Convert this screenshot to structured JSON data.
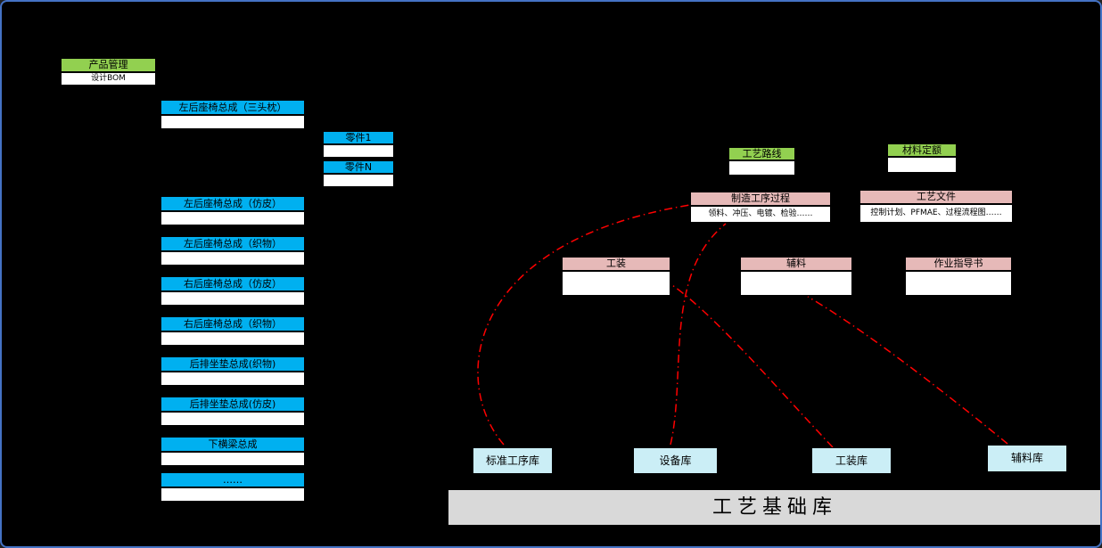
{
  "diagram": {
    "product": {
      "header": "产品管理",
      "body": "设计BOM"
    },
    "bom_items": [
      {
        "label": "左后座椅总成（三头枕）"
      },
      {
        "label": "左后座椅总成（仿皮）"
      },
      {
        "label": "左后座椅总成（织物）"
      },
      {
        "label": "右后座椅总成（仿皮）"
      },
      {
        "label": "右后座椅总成（织物）"
      },
      {
        "label": "后排坐垫总成(织物)"
      },
      {
        "label": "后排坐垫总成(仿皮)"
      },
      {
        "label": "下横梁总成"
      },
      {
        "label": "……"
      }
    ],
    "parts": [
      {
        "label": "零件1"
      },
      {
        "label": "零件N"
      }
    ],
    "route": {
      "header": "工艺路线"
    },
    "material": {
      "header": "材料定额"
    },
    "manufacturing": {
      "header": "制造工序过程",
      "body": "领料、冲压、电镀、检验……"
    },
    "doc": {
      "header": "工艺文件",
      "body": "控制计划、PFMAE、过程流程图……"
    },
    "tooling": {
      "header": "工装"
    },
    "auxiliary": {
      "header": "辅料"
    },
    "instruction": {
      "header": "作业指导书"
    },
    "libraries": [
      {
        "label": "标准工序库"
      },
      {
        "label": "设备库"
      },
      {
        "label": "工装库"
      },
      {
        "label": "辅料库"
      }
    ],
    "base": {
      "label": "工艺基础库"
    },
    "colors": {
      "green": "#92D050",
      "cyan": "#00B0F0",
      "pink": "#E6B9B8",
      "pale_cyan": "#CBEEF6",
      "gray": "#D9D9D9",
      "connector": "#FF0000",
      "canvas_border": "#4472C4",
      "background": "#000000"
    }
  }
}
